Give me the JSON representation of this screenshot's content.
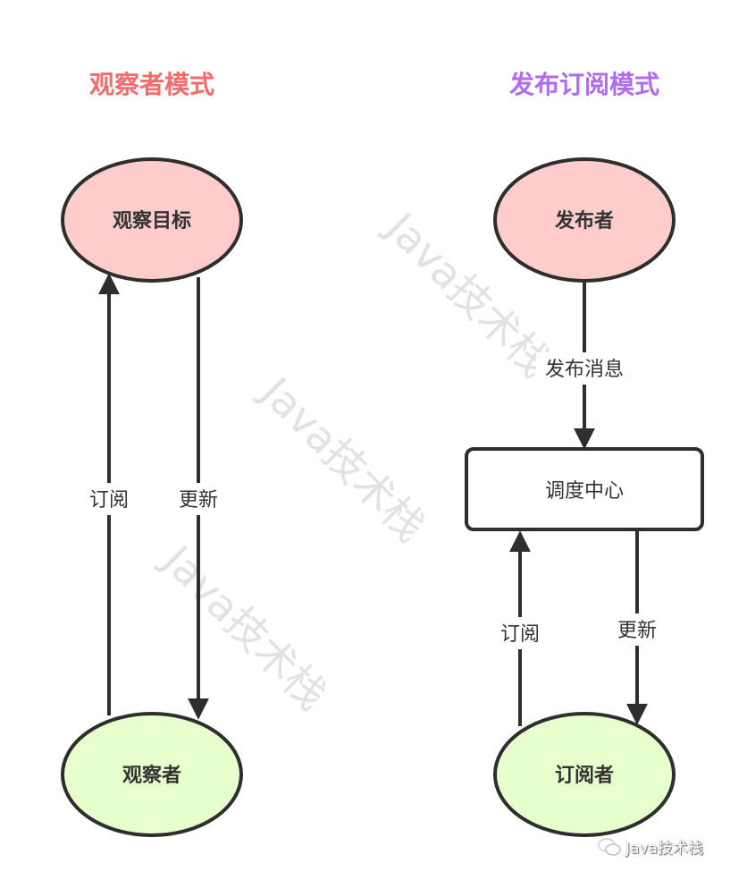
{
  "left": {
    "title": "观察者模式",
    "title_color": "#f76b6b",
    "top_node": "观察目标",
    "bottom_node": "观察者",
    "edge_up_label": "订阅",
    "edge_down_label": "更新"
  },
  "right": {
    "title": "发布订阅模式",
    "title_color": "#b06bf0",
    "top_node": "发布者",
    "middle_box": "调度中心",
    "bottom_node": "订阅者",
    "edge_publish_label": "发布消息",
    "edge_up_label": "订阅",
    "edge_down_label": "更新"
  },
  "colors": {
    "top_fill": "#ffcccc",
    "bottom_fill": "#e6ffcc",
    "stroke": "#2e2e2e"
  },
  "watermarks": [
    "Java技术栈",
    "Java技术栈",
    "Java技术栈"
  ],
  "footer": {
    "icon": "wechat-icon",
    "text": "Java技术栈"
  }
}
